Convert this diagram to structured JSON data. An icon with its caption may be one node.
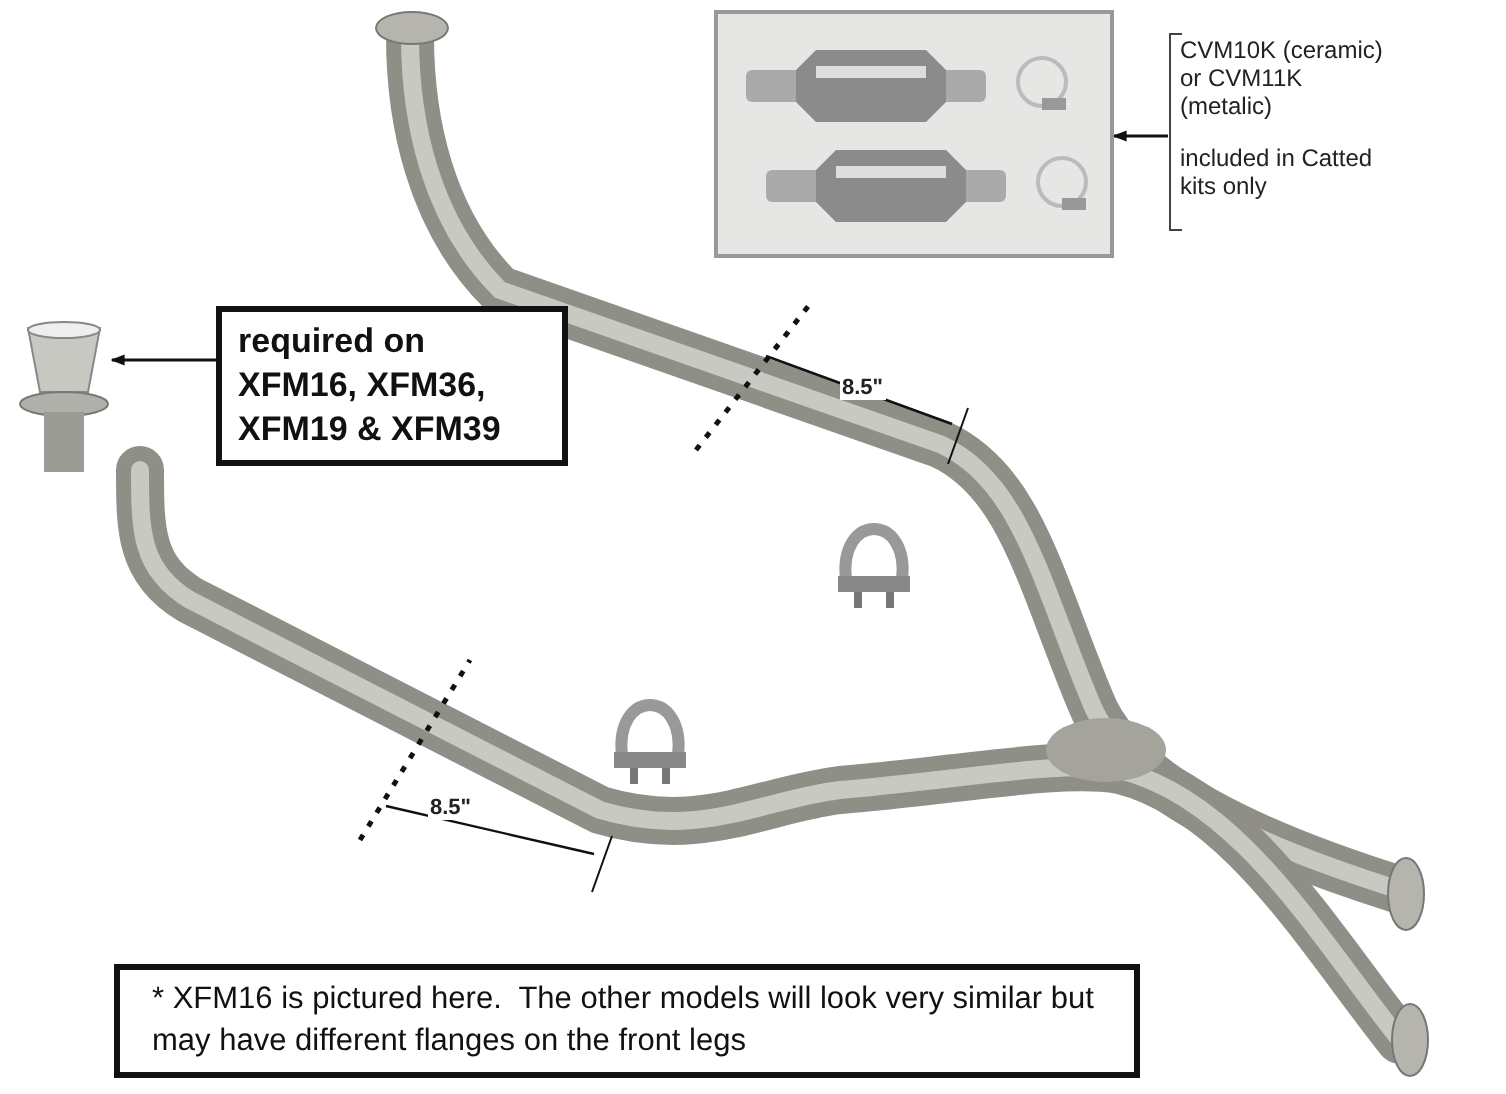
{
  "diagram": {
    "nodes": [
      {
        "text": [
          "required on XFM16, XFM36, XFM19 & XFM39"
        ]
      },
      {
        "text": [],
        "shape": "picture"
      },
      {
        "text": [
          "CVM10K (ceramic) or CVM11K (metalic)",
          "included in Catted kits only"
        ]
      },
      {
        "text": [],
        "shape": "picture"
      },
      {
        "text": [
          "* XFM16 is pictured here.  The other models will look very similar but may have different flanges on the front legs"
        ]
      }
    ],
    "edges": [
      {
        "from": 0,
        "to": 1,
        "arrow": "to"
      },
      {
        "from": 2,
        "to": 3,
        "arrow": "to"
      }
    ],
    "labels": [
      "8.5\"",
      "8.5\""
    ]
  }
}
